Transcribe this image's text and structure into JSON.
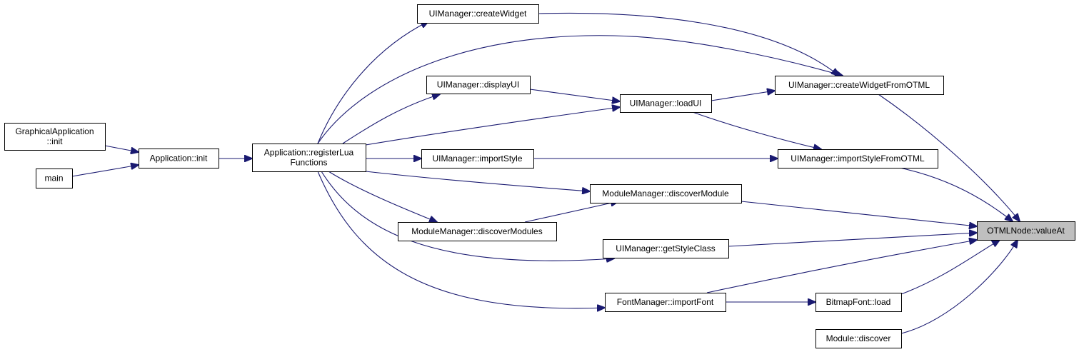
{
  "diagram": {
    "type": "call-graph",
    "colors": {
      "edge": "#191970",
      "node_fill": "#ffffff",
      "focus_fill": "#bfbfbf",
      "border": "#000000"
    },
    "nodes": [
      {
        "id": "graphical_app_init",
        "lines": [
          "GraphicalApplication",
          "::init"
        ]
      },
      {
        "id": "main",
        "lines": [
          "main"
        ]
      },
      {
        "id": "application_init",
        "lines": [
          "Application::init"
        ]
      },
      {
        "id": "register_lua",
        "lines": [
          "Application::registerLua",
          "Functions"
        ]
      },
      {
        "id": "create_widget",
        "lines": [
          "UIManager::createWidget"
        ]
      },
      {
        "id": "display_ui",
        "lines": [
          "UIManager::displayUI"
        ]
      },
      {
        "id": "load_ui",
        "lines": [
          "UIManager::loadUI"
        ]
      },
      {
        "id": "create_widget_from_otml",
        "lines": [
          "UIManager::createWidgetFromOTML"
        ]
      },
      {
        "id": "import_style",
        "lines": [
          "UIManager::importStyle"
        ]
      },
      {
        "id": "import_style_from_otml",
        "lines": [
          "UIManager::importStyleFromOTML"
        ]
      },
      {
        "id": "discover_module",
        "lines": [
          "ModuleManager::discoverModule"
        ]
      },
      {
        "id": "discover_modules",
        "lines": [
          "ModuleManager::discoverModules"
        ]
      },
      {
        "id": "get_style_class",
        "lines": [
          "UIManager::getStyleClass"
        ]
      },
      {
        "id": "import_font",
        "lines": [
          "FontManager::importFont"
        ]
      },
      {
        "id": "bitmap_font_load",
        "lines": [
          "BitmapFont::load"
        ]
      },
      {
        "id": "module_discover",
        "lines": [
          "Module::discover"
        ]
      },
      {
        "id": "otml_value_at",
        "lines": [
          "OTMLNode::valueAt"
        ],
        "focus": true
      }
    ],
    "edges": [
      {
        "from": "graphical_app_init",
        "to": "application_init"
      },
      {
        "from": "main",
        "to": "application_init"
      },
      {
        "from": "application_init",
        "to": "register_lua"
      },
      {
        "from": "register_lua",
        "to": "create_widget"
      },
      {
        "from": "register_lua",
        "to": "create_widget_from_otml"
      },
      {
        "from": "register_lua",
        "to": "display_ui"
      },
      {
        "from": "register_lua",
        "to": "load_ui"
      },
      {
        "from": "register_lua",
        "to": "import_style"
      },
      {
        "from": "register_lua",
        "to": "discover_module"
      },
      {
        "from": "register_lua",
        "to": "discover_modules"
      },
      {
        "from": "register_lua",
        "to": "get_style_class"
      },
      {
        "from": "register_lua",
        "to": "import_font"
      },
      {
        "from": "create_widget",
        "to": "create_widget_from_otml"
      },
      {
        "from": "display_ui",
        "to": "load_ui"
      },
      {
        "from": "load_ui",
        "to": "create_widget_from_otml"
      },
      {
        "from": "load_ui",
        "to": "import_style_from_otml"
      },
      {
        "from": "import_style",
        "to": "import_style_from_otml"
      },
      {
        "from": "create_widget_from_otml",
        "to": "otml_value_at"
      },
      {
        "from": "import_style_from_otml",
        "to": "otml_value_at"
      },
      {
        "from": "discover_modules",
        "to": "discover_module"
      },
      {
        "from": "discover_module",
        "to": "otml_value_at"
      },
      {
        "from": "get_style_class",
        "to": "otml_value_at"
      },
      {
        "from": "import_font",
        "to": "bitmap_font_load"
      },
      {
        "from": "import_font",
        "to": "otml_value_at"
      },
      {
        "from": "bitmap_font_load",
        "to": "otml_value_at"
      },
      {
        "from": "module_discover",
        "to": "otml_value_at"
      }
    ]
  }
}
